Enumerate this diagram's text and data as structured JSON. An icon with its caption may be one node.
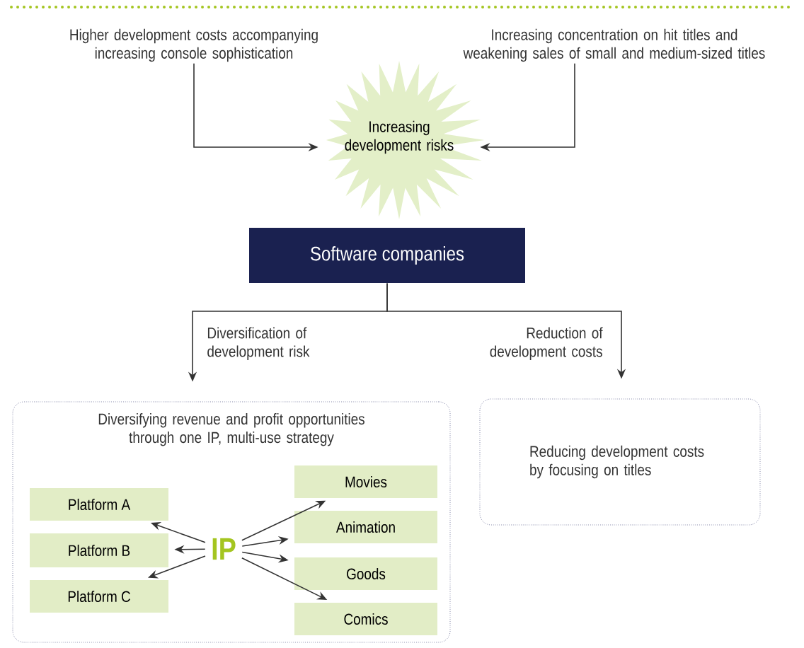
{
  "diagram": {
    "nodes": [
      {
        "text": [
          "Higher development costs accompanying increasing console sophistication"
        ]
      },
      {
        "text": [
          "Increasing concentration on hit titles and weakening sales of small and medium-sized titles"
        ]
      },
      {
        "text": [
          "Increasing development risks"
        ]
      },
      {
        "text": [
          "Software companies"
        ]
      },
      {
        "text": [
          "Diversifying revenue and profit opportunities through one IP, multi-use strategy"
        ]
      },
      {
        "text": [
          "Reducing development costs by focusing on titles"
        ]
      },
      {
        "text": [
          "Platform A"
        ],
        "in": 4
      },
      {
        "text": [
          "Platform B"
        ],
        "in": 4
      },
      {
        "text": [
          "Platform C"
        ],
        "in": 4
      },
      {
        "text": [
          "IP"
        ],
        "in": 4
      },
      {
        "text": [
          "Movies"
        ],
        "in": 4
      },
      {
        "text": [
          "Animation"
        ],
        "in": 4
      },
      {
        "text": [
          "Goods"
        ],
        "in": 4
      },
      {
        "text": [
          "Comics"
        ],
        "in": 4
      }
    ],
    "edges": [
      {
        "from": 0,
        "to": 2,
        "arrow": "to"
      },
      {
        "from": 1,
        "to": 2,
        "arrow": "to"
      },
      {
        "from": 3,
        "to": 4,
        "arrow": "to",
        "label": "Diversification of development risk"
      },
      {
        "from": 3,
        "to": 5,
        "arrow": "to",
        "label": "Reduction of development costs"
      },
      {
        "from": 9,
        "to": 6,
        "arrow": "to"
      },
      {
        "from": 9,
        "to": 7,
        "arrow": "to"
      },
      {
        "from": 9,
        "to": 8,
        "arrow": "to"
      },
      {
        "from": 9,
        "to": 10,
        "arrow": "to"
      },
      {
        "from": 9,
        "to": 11,
        "arrow": "to"
      },
      {
        "from": 9,
        "to": 12,
        "arrow": "to"
      },
      {
        "from": 9,
        "to": 13,
        "arrow": "to"
      }
    ]
  }
}
